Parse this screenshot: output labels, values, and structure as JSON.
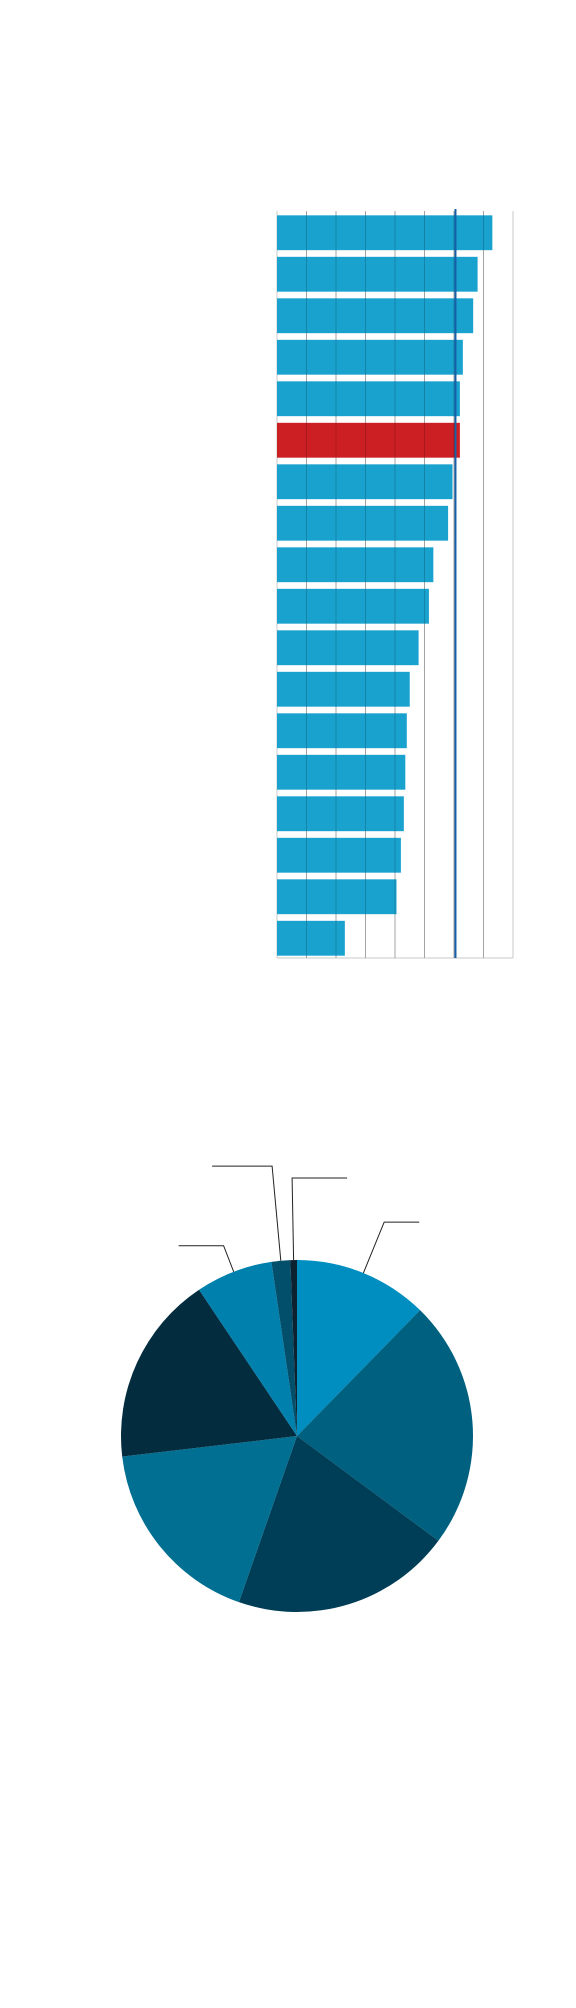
{
  "chart_data": [
    {
      "type": "bar",
      "orientation": "horizontal",
      "title": "",
      "xlabel": "",
      "ylabel": "",
      "categories": [
        "",
        "",
        "",
        "",
        "",
        "",
        "",
        "",
        "",
        "",
        "",
        "",
        "",
        "",
        "",
        "",
        "",
        ""
      ],
      "values": [
        7.3,
        6.8,
        6.65,
        6.3,
        6.2,
        6.2,
        5.95,
        5.8,
        5.3,
        5.15,
        4.8,
        4.5,
        4.4,
        4.35,
        4.3,
        4.2,
        4.05,
        2.3
      ],
      "highlight_index": 5,
      "reference_value": 6.05,
      "xlim": [
        0,
        8
      ],
      "grid": true,
      "colors": {
        "bar": "#1aa2cf",
        "highlight": "#cc1f24",
        "reference_line": "#1560a8",
        "grid": "#c8c8c8"
      }
    },
    {
      "type": "pie",
      "title": "",
      "labels": [
        "",
        "",
        "",
        "",
        "",
        "",
        "",
        ""
      ],
      "values": [
        12.2,
        22.6,
        20.0,
        17.6,
        17.3,
        7.0,
        1.7,
        0.6
      ],
      "colors": [
        "#008ec0",
        "#00607f",
        "#003d56",
        "#006f91",
        "#032d3f",
        "#0080ad",
        "#024f6c",
        "#0d2230"
      ],
      "callouts": [
        true,
        false,
        false,
        false,
        false,
        true,
        true,
        true
      ]
    }
  ]
}
